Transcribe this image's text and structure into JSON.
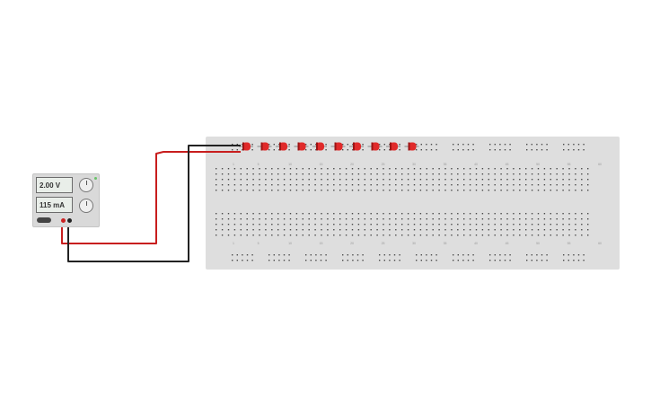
{
  "power_supply": {
    "voltage_display": "2.00 V",
    "current_display": "115 mA"
  },
  "breadboard": {
    "column_numbers": [
      "1",
      "5",
      "10",
      "15",
      "20",
      "25",
      "30",
      "35",
      "40",
      "45",
      "50",
      "55",
      "60"
    ],
    "led_count": 10
  },
  "colors": {
    "breadboard": "#dedede",
    "hole": "#4a4a4a",
    "led": "#e02a2a",
    "positive_wire": "#c81e1e",
    "negative_wire": "#222222",
    "supply_body": "#d9d9d9"
  }
}
